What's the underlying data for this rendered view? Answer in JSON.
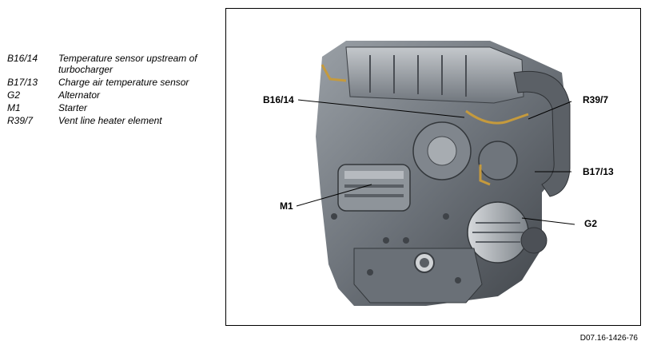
{
  "legend": [
    {
      "code": "B16/14",
      "description": "Temperature sensor upstream of turbocharger"
    },
    {
      "code": "B17/13",
      "description": "Charge air temperature sensor"
    },
    {
      "code": "G2",
      "description": "Alternator"
    },
    {
      "code": "M1",
      "description": "Starter"
    },
    {
      "code": "R39/7",
      "description": "Vent line heater element"
    }
  ],
  "callouts": {
    "b16_14": "B16/14",
    "r39_7": "R39/7",
    "b17_13": "B17/13",
    "m1": "M1",
    "g2": "G2"
  },
  "figure_id": "D07.16-1426-76",
  "colors": {
    "engine_dark": "#4a4e54",
    "engine_mid": "#7e848b",
    "engine_light": "#b8bcc1",
    "pipe": "#c59a3d",
    "frame": "#000000"
  }
}
